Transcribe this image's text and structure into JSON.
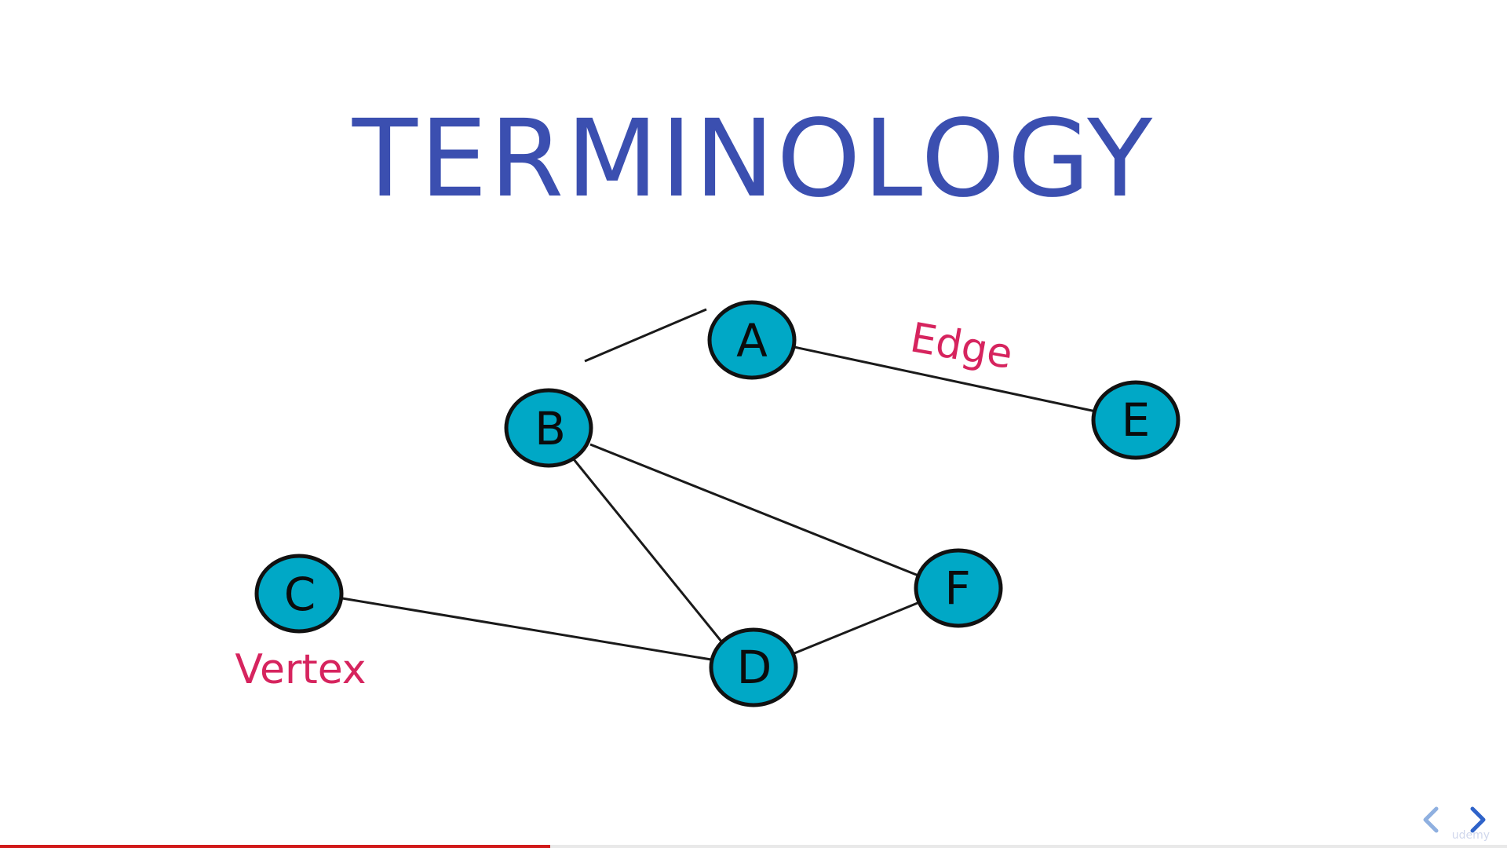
{
  "slide": {
    "title": "TERMINOLOGY",
    "colors": {
      "title": "#3b4fb0",
      "node_fill": "#00a8c6",
      "node_stroke": "#111111",
      "edge": "#1a1a1a",
      "term_label": "#d6245e",
      "progress": "#d11a1a"
    }
  },
  "graph": {
    "nodes": [
      {
        "id": "A",
        "label": "A"
      },
      {
        "id": "B",
        "label": "B"
      },
      {
        "id": "C",
        "label": "C"
      },
      {
        "id": "D",
        "label": "D"
      },
      {
        "id": "E",
        "label": "E"
      },
      {
        "id": "F",
        "label": "F"
      }
    ],
    "edges": [
      {
        "from": "B",
        "to": "A"
      },
      {
        "from": "A",
        "to": "E"
      },
      {
        "from": "B",
        "to": "F"
      },
      {
        "from": "B",
        "to": "D"
      },
      {
        "from": "C",
        "to": "D"
      },
      {
        "from": "D",
        "to": "F"
      }
    ],
    "annotations": {
      "edge_label": "Edge",
      "vertex_label": "Vertex"
    }
  },
  "player": {
    "progress_fraction": 0.365,
    "prev_icon": "chevron-left-icon",
    "next_icon": "chevron-right-icon",
    "watermark": "udemy"
  }
}
